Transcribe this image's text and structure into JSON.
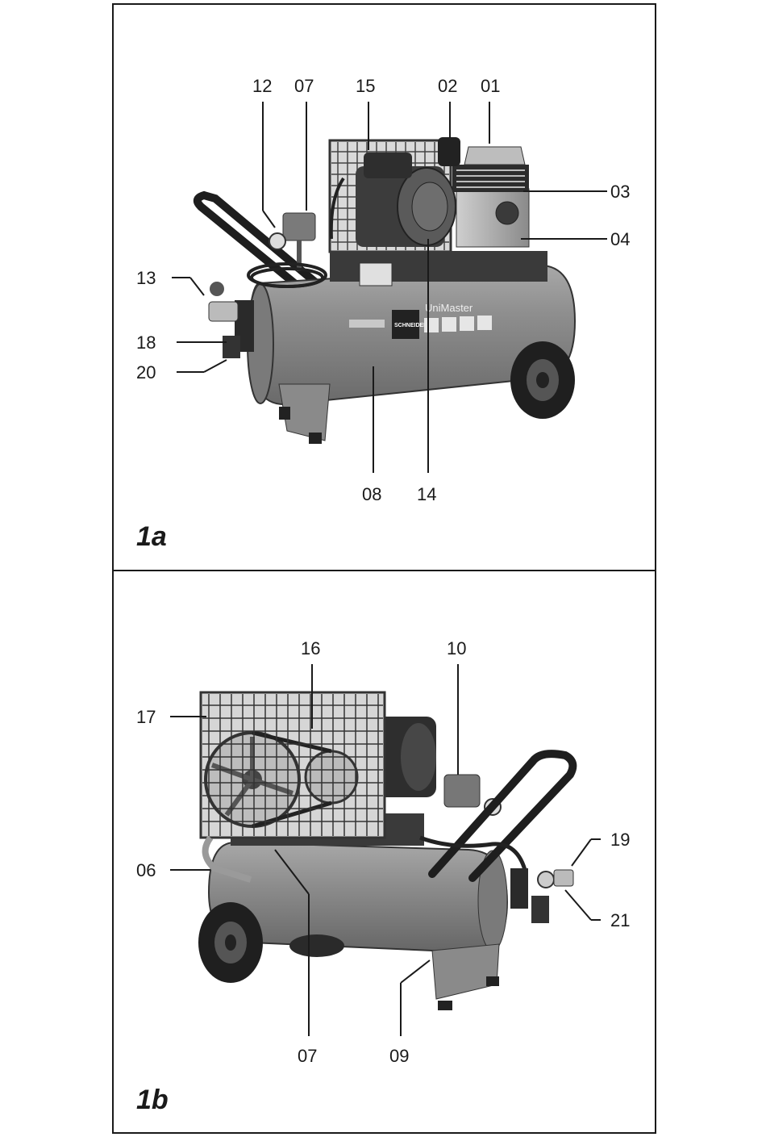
{
  "figure_a": {
    "label": "1a",
    "callouts": [
      "12",
      "07",
      "15",
      "02",
      "01",
      "03",
      "04",
      "13",
      "18",
      "20",
      "08",
      "14"
    ],
    "logo_text": "SCHNEIDER",
    "model_text": "UniMaster"
  },
  "figure_b": {
    "label": "1b",
    "callouts": [
      "16",
      "10",
      "17",
      "19",
      "06",
      "21",
      "07",
      "09"
    ]
  }
}
